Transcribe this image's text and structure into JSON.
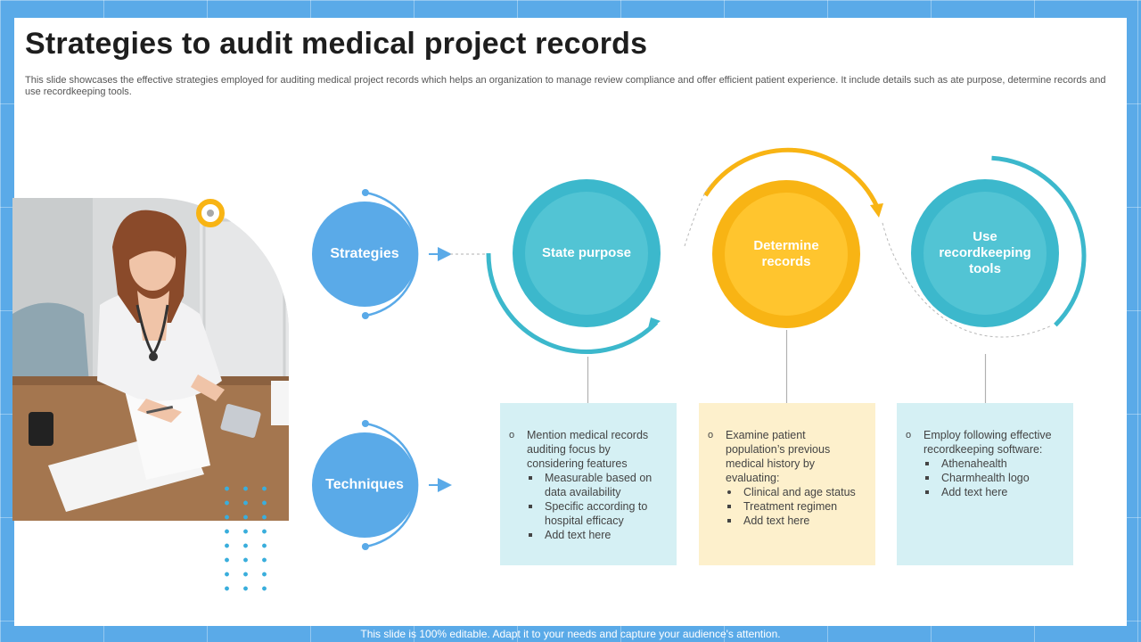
{
  "title": "Strategies to audit medical project records",
  "subtitle": "This slide showcases the effective strategies employed for auditing medical project records which helps an organization to manage review compliance and offer  efficient patient experience. It include details such as ate purpose, determine records and use recordkeeping tools.",
  "labels": {
    "strategies": "Strategies",
    "techniques": "Techniques"
  },
  "steps": [
    {
      "label": "State purpose",
      "color": "#3cb8cc"
    },
    {
      "label": "Determine records",
      "color": "#f8b414"
    },
    {
      "label": "Use recordkeeping tools",
      "color": "#3cb8cc"
    }
  ],
  "boxes": [
    {
      "bg": "#d5f0f4",
      "main": "Mention medical records auditing focus by considering features",
      "subs": [
        "Measurable based on data availability",
        "Specific according to hospital efficacy",
        "Add text here"
      ]
    },
    {
      "bg": "#fdf0cc",
      "main": "Examine patient population’s previous medical history by evaluating:",
      "subs": [
        "Clinical and age status",
        "Treatment regimen",
        "Add text here"
      ]
    },
    {
      "bg": "#d5f0f4",
      "main": "Employ following effective recordkeeping software:",
      "subs": [
        "Athenahealth",
        "Charmhealth  logo",
        "Add text here"
      ]
    }
  ],
  "footer": "This slide is 100% editable. Adapt it to your needs and capture your audience's attention.",
  "colors": {
    "blue": "#5aaae8",
    "teal": "#3cb8cc",
    "yellow": "#f8b414"
  }
}
